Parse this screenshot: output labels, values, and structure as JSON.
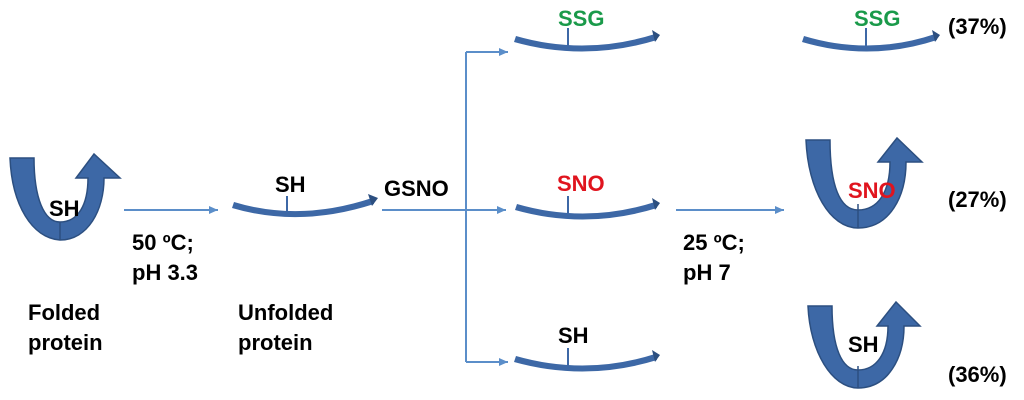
{
  "colors": {
    "protein_blue": "#3d68a6",
    "protein_blue_dark": "#2c4f80",
    "arrow_blue": "#5b8ec9",
    "green": "#1a9a4a",
    "red": "#e0141e",
    "text": "#000000"
  },
  "labels": {
    "folded_sh": "SH",
    "unfolded_sh": "SH",
    "gsno": "GSNO",
    "step1_temp": "50 ºC;",
    "step1_ph": "pH 3.3",
    "folded_line1": "Folded",
    "folded_line2": "protein",
    "unfolded_line1": "Unfolded",
    "unfolded_line2": "protein",
    "branch_ssg": "SSG",
    "branch_sno": "SNO",
    "branch_sh": "SH",
    "step2_temp": "25 ºC;",
    "step2_ph": "pH 7",
    "result_ssg": "SSG",
    "result_sno": "SNO",
    "result_sh": "SH",
    "pct_ssg": "(37%)",
    "pct_sno": "(27%)",
    "pct_sh": "(36%)"
  }
}
